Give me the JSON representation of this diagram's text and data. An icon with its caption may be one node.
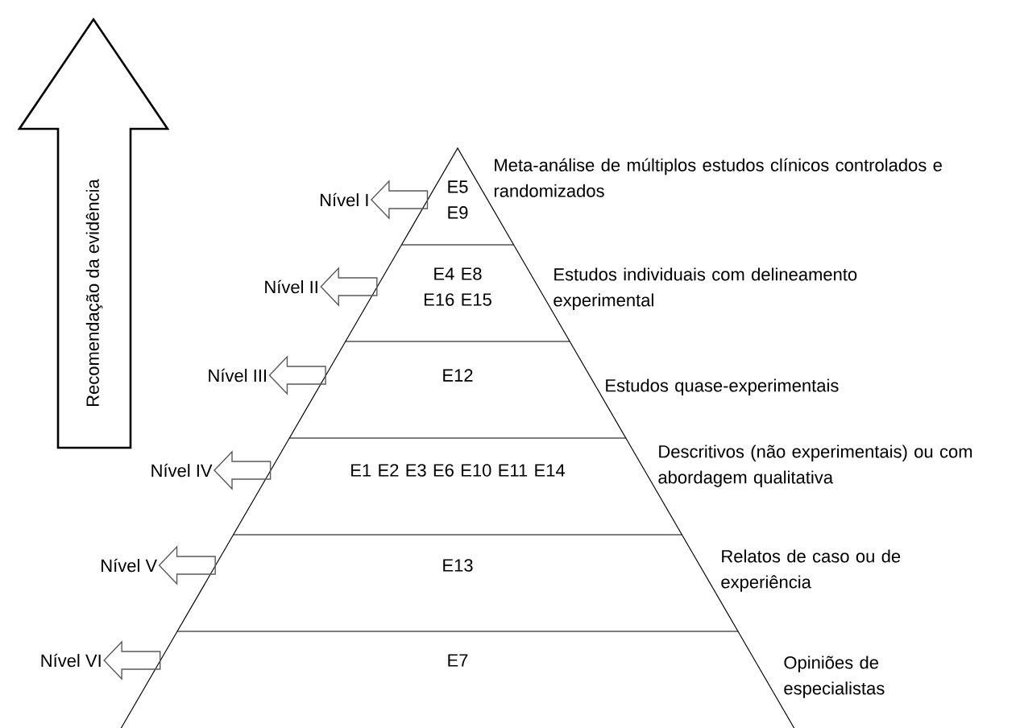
{
  "diagram": {
    "nodes": [
      {
        "text": [
          "E5 E9"
        ],
        "beside": [
          "Meta-análise de múltiplos estudos clínicos controlados e randomizados"
        ]
      },
      {
        "text": [
          "E4 E8 E16 E15"
        ],
        "beside": [
          "Estudos individuais com delineamento experimental"
        ]
      },
      {
        "text": [
          "E12"
        ],
        "beside": [
          "Estudos quase-experimentais"
        ]
      },
      {
        "text": [
          "E1 E2 E3 E6 E10 E11 E14"
        ],
        "beside": [
          "Descritivos (não experimentais) ou com abordagem qualitativa"
        ]
      },
      {
        "text": [
          "E13"
        ],
        "beside": [
          "Relatos de caso ou de experiência"
        ]
      },
      {
        "text": [
          "E7"
        ],
        "beside": [
          "Opiniões de especialistas"
        ]
      },
      {
        "text": [
          "Nível I"
        ]
      },
      {
        "text": [
          "Nível II"
        ]
      },
      {
        "text": [
          "Nível III"
        ]
      },
      {
        "text": [
          "Nível IV"
        ]
      },
      {
        "text": [
          "Nível V"
        ]
      },
      {
        "text": [
          "Nível VI"
        ]
      }
    ],
    "edges": [
      {
        "from": 0,
        "to": 6,
        "arrow": "to"
      },
      {
        "from": 1,
        "to": 7,
        "arrow": "to"
      },
      {
        "from": 2,
        "to": 8,
        "arrow": "to"
      },
      {
        "from": 3,
        "to": 9,
        "arrow": "to"
      },
      {
        "from": 4,
        "to": 10,
        "arrow": "to"
      },
      {
        "from": 5,
        "to": 11,
        "arrow": "to"
      }
    ],
    "labels": [
      "Recomendação da evidência"
    ]
  }
}
